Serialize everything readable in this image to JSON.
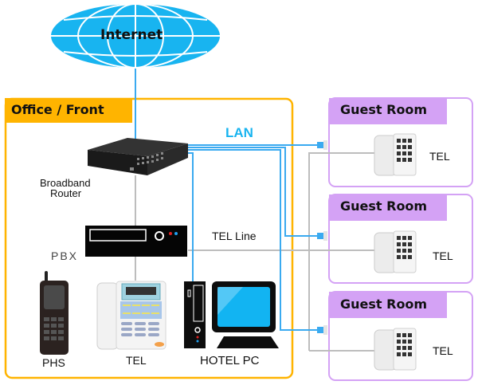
{
  "internet": {
    "label": "Internet"
  },
  "office": {
    "title": "Office / Front",
    "router_label_1": "Broadband",
    "router_label_2": "Router",
    "pbx_label": "PBX",
    "devices": [
      {
        "label": "PHS"
      },
      {
        "label": "TEL"
      },
      {
        "label": "HOTEL PC"
      }
    ]
  },
  "links": {
    "lan_label": "LAN",
    "tel_line_label": "TEL Line"
  },
  "guest_rooms": [
    {
      "title": "Guest Room",
      "device_label": "TEL"
    },
    {
      "title": "Guest Room",
      "device_label": "TEL"
    },
    {
      "title": "Guest Room",
      "device_label": "TEL"
    }
  ],
  "colors": {
    "internet_blue": "#18b4f0",
    "lan_blue": "#3aaaf0",
    "office_orange": "#ffb400",
    "guest_purple": "#d4a2f5",
    "tel_line_gray": "#bdbdbd"
  }
}
